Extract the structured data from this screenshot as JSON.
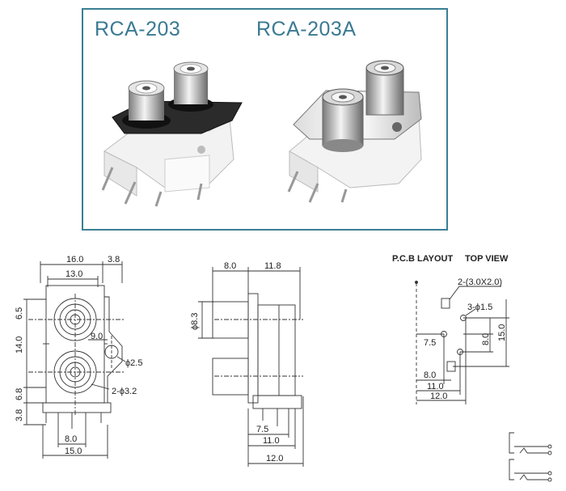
{
  "products": [
    {
      "model": "RCA-203",
      "finish": "black"
    },
    {
      "model": "RCA-203A",
      "finish": "nickel"
    }
  ],
  "front_view": {
    "top_dims": [
      "16.0",
      "3.8",
      "13.0"
    ],
    "left_dims": [
      "6.5",
      "14.0",
      "6.8",
      "3.8"
    ],
    "inner_dim": "9.0",
    "hole_label": "ϕ2.5",
    "jack_label": "2-ϕ3.2",
    "bottom_dims": [
      "8.0",
      "15.0"
    ]
  },
  "side_view": {
    "top_dims": [
      "8.0",
      "11.8"
    ],
    "left_dim": "ϕ8.3",
    "bottom_dims": [
      "7.5",
      "11.0",
      "12.0"
    ]
  },
  "pcb_layout": {
    "title": "P.C.B LAYOUT",
    "subtitle": "TOP VIEW",
    "slot_label": "2-(3.0X2.0)",
    "hole_label": "3-ϕ1.5",
    "dims": [
      "7.5",
      "8.0",
      "15.0",
      "8.0",
      "11.0",
      "12.0"
    ]
  }
}
